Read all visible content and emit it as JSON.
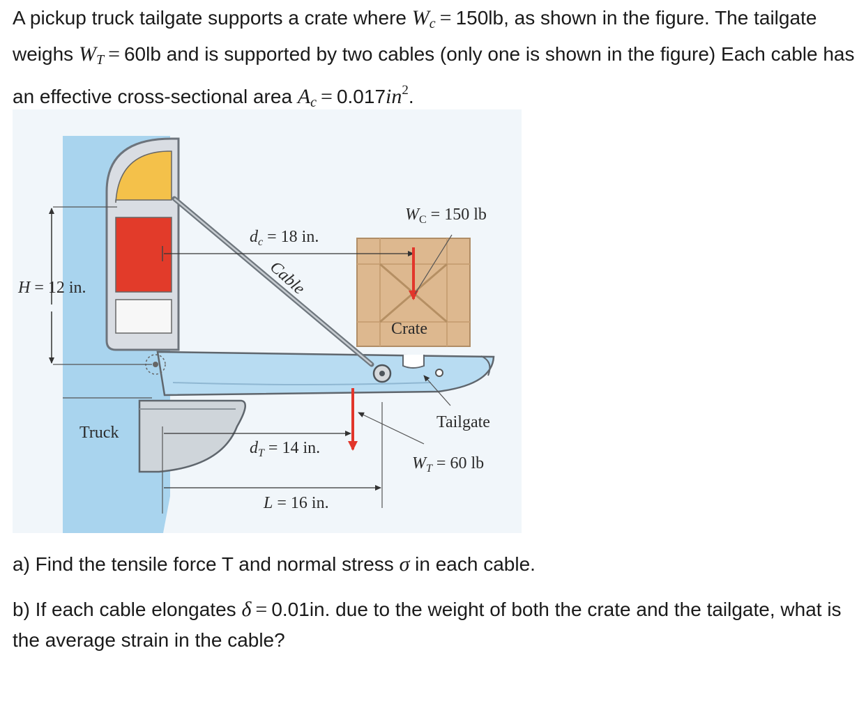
{
  "problem": {
    "intro_1": "A pickup truck tailgate supports a crate where ",
    "wc_sym": "W",
    "wc_sub": "c",
    "eq": "=",
    "wc_val": "150lb",
    "intro_2": ", as shown in the figure. The tailgate weighs ",
    "wt_sym": "W",
    "wt_sub": "T",
    "wt_val": "60lb",
    "intro_3": " and is supported by two cables (only one is shown in the figure) Each cable has an effective cross-sectional area ",
    "ac_sym": "A",
    "ac_sub": "c",
    "ac_val": "0.017",
    "ac_unit": "in",
    "ac_exp": "2",
    "intro_end": "."
  },
  "figure": {
    "label_wc": "W",
    "label_wc_sub": "C",
    "label_wc_val": " = 150 lb",
    "label_dc": "d",
    "label_dc_sub": "c",
    "label_dc_val": " = 18 in.",
    "label_cable": "Cable",
    "label_h": "H",
    "label_h_val": " = 12 in.",
    "label_crate": "Crate",
    "label_truck": "Truck",
    "label_tailgate": "Tailgate",
    "label_dt": "d",
    "label_dt_sub": "T",
    "label_dt_val": " = 14 in.",
    "label_wt": "W",
    "label_wt_sub": "T",
    "label_wt_val": " = 60 lb",
    "label_l": "L",
    "label_l_val": " = 16 in."
  },
  "questions": {
    "a_1": "a) Find the tensile force T and normal stress ",
    "a_sym": "σ",
    "a_2": " in each cable.",
    "b_1": "b) If each cable elongates ",
    "b_sym": "δ",
    "b_eq": "=",
    "b_val": "0.01in.",
    "b_2": " due to the weight of both the crate and the tailgate, what is the average strain in the cable?"
  },
  "colors": {
    "truck_body": "#a9d4ee",
    "tailgate": "#b8dcf2",
    "light_amber": "#f4c14a",
    "light_red": "#e23b2a",
    "crate": "#ddb88f",
    "arrow_red": "#e2362b",
    "figure_bg": "#f1f6fa"
  }
}
